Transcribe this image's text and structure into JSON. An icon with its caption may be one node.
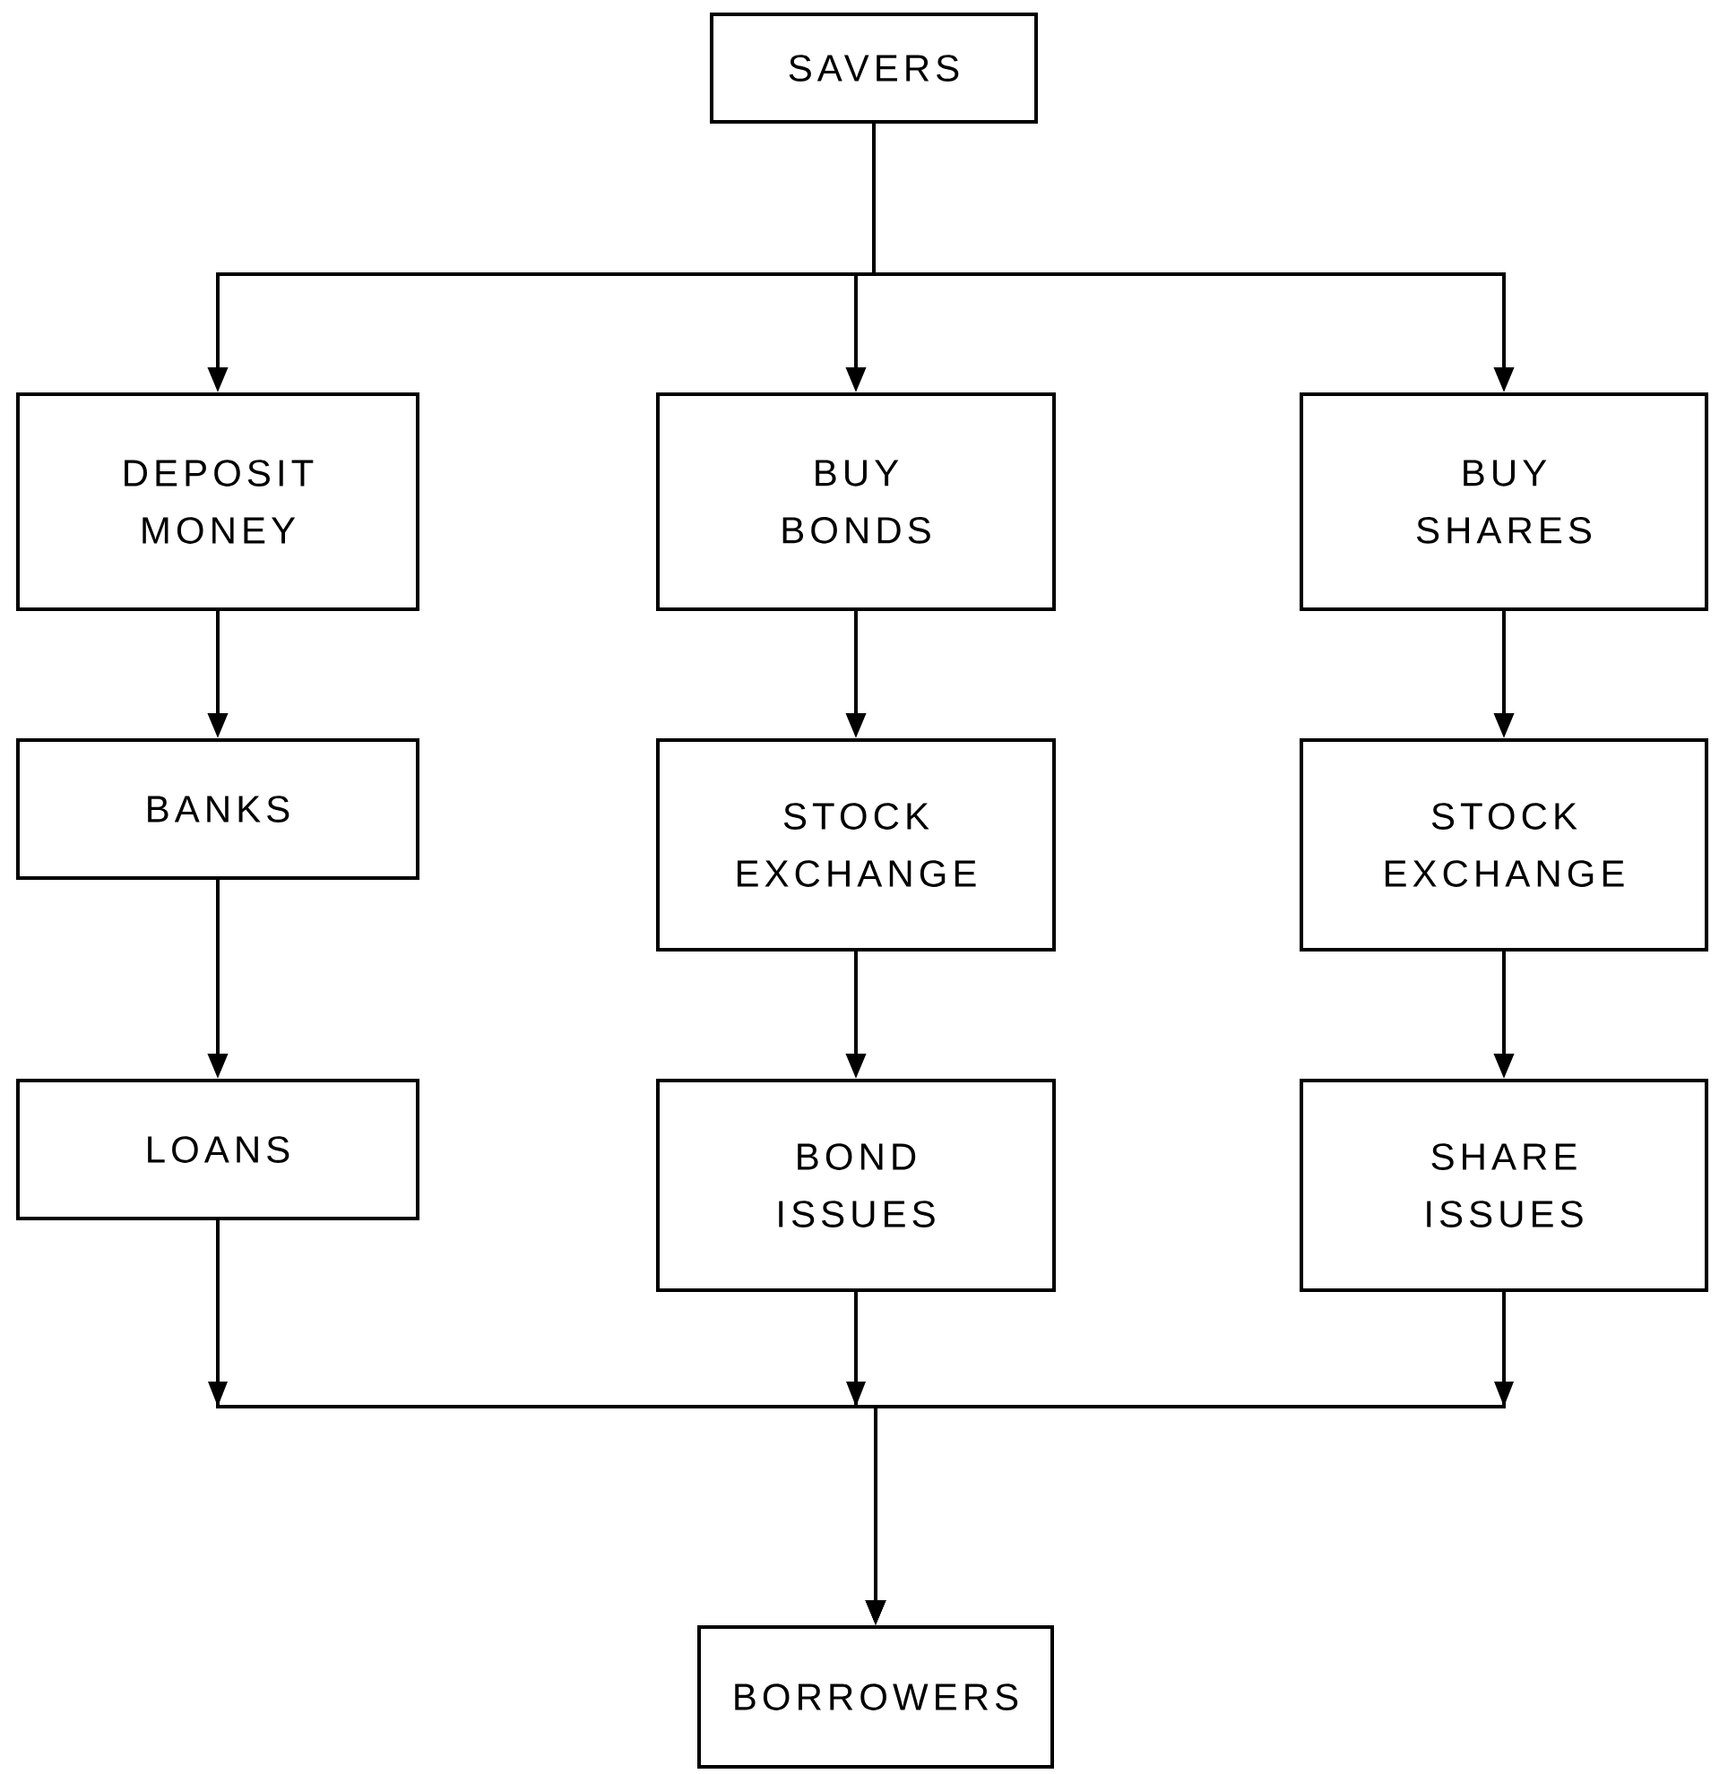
{
  "diagram": {
    "nodes": [
      {
        "text": [
          "SAVERS"
        ]
      },
      {
        "text": [
          "DEPOSIT MONEY"
        ]
      },
      {
        "text": [
          "BUY BONDS"
        ]
      },
      {
        "text": [
          "BUY SHARES"
        ]
      },
      {
        "text": [
          "BANKS"
        ]
      },
      {
        "text": [
          "STOCK EXCHANGE"
        ]
      },
      {
        "text": [
          "STOCK EXCHANGE"
        ]
      },
      {
        "text": [
          "LOANS"
        ]
      },
      {
        "text": [
          "BOND ISSUES"
        ]
      },
      {
        "text": [
          "SHARE ISSUES"
        ]
      },
      {
        "text": [
          "BORROWERS"
        ]
      }
    ],
    "edges": [
      {
        "from": 0,
        "to": 1,
        "arrow": "to"
      },
      {
        "from": 0,
        "to": 2,
        "arrow": "to"
      },
      {
        "from": 0,
        "to": 3,
        "arrow": "to"
      },
      {
        "from": 1,
        "to": 4,
        "arrow": "to"
      },
      {
        "from": 4,
        "to": 7,
        "arrow": "to"
      },
      {
        "from": 2,
        "to": 5,
        "arrow": "to"
      },
      {
        "from": 5,
        "to": 8,
        "arrow": "to"
      },
      {
        "from": 3,
        "to": 6,
        "arrow": "to"
      },
      {
        "from": 6,
        "to": 9,
        "arrow": "to"
      },
      {
        "from": 7,
        "to": 10,
        "arrow": "to"
      },
      {
        "from": 8,
        "to": 10,
        "arrow": "to"
      },
      {
        "from": 9,
        "to": 10,
        "arrow": "to"
      }
    ]
  }
}
